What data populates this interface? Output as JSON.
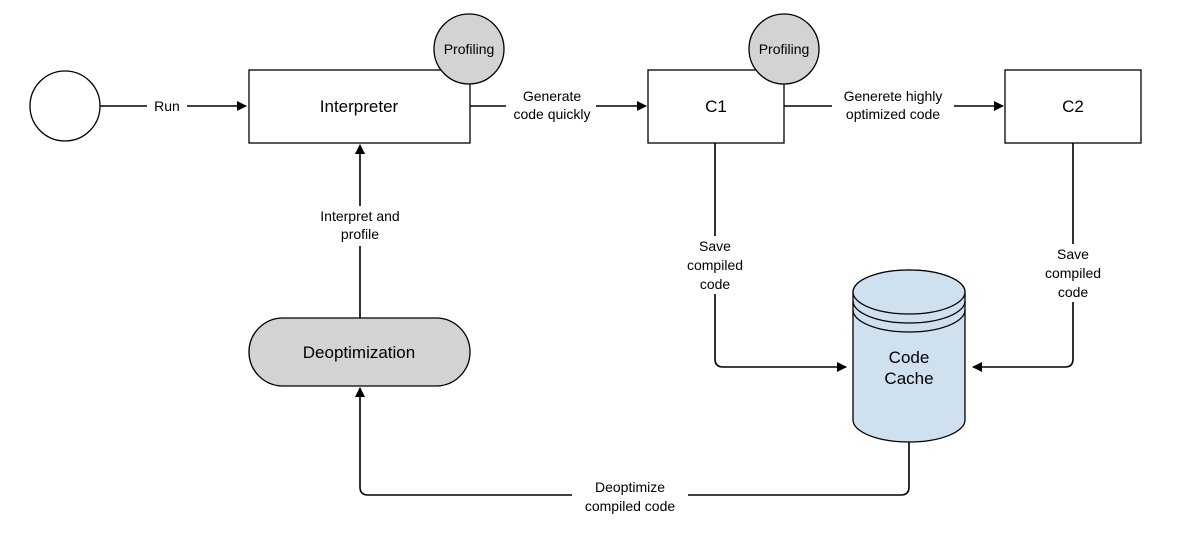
{
  "nodes": {
    "start": "",
    "interpreter": "Interpreter",
    "c1": "C1",
    "c2": "C2",
    "deoptimization": "Deoptimization",
    "code_cache": [
      "Code",
      "Cache"
    ],
    "profiling_interpreter": "Profiling",
    "profiling_c1": "Profiling"
  },
  "edges": {
    "run": "Run",
    "generate_quickly": [
      "Generate",
      "code quickly"
    ],
    "generate_optimized": [
      "Generete highly",
      "optimized code"
    ],
    "interpret_profile": [
      "Interpret and",
      "profile"
    ],
    "save_c1": [
      "Save",
      "compiled",
      "code"
    ],
    "save_c2": [
      "Save",
      "compiled",
      "code"
    ],
    "deoptimize": [
      "Deoptimize",
      "compiled code"
    ]
  },
  "colors": {
    "box_fill": "#ffffff",
    "gray_fill": "#d3d3d3",
    "cache_fill": "#cfe0ee",
    "stroke": "#000000"
  }
}
